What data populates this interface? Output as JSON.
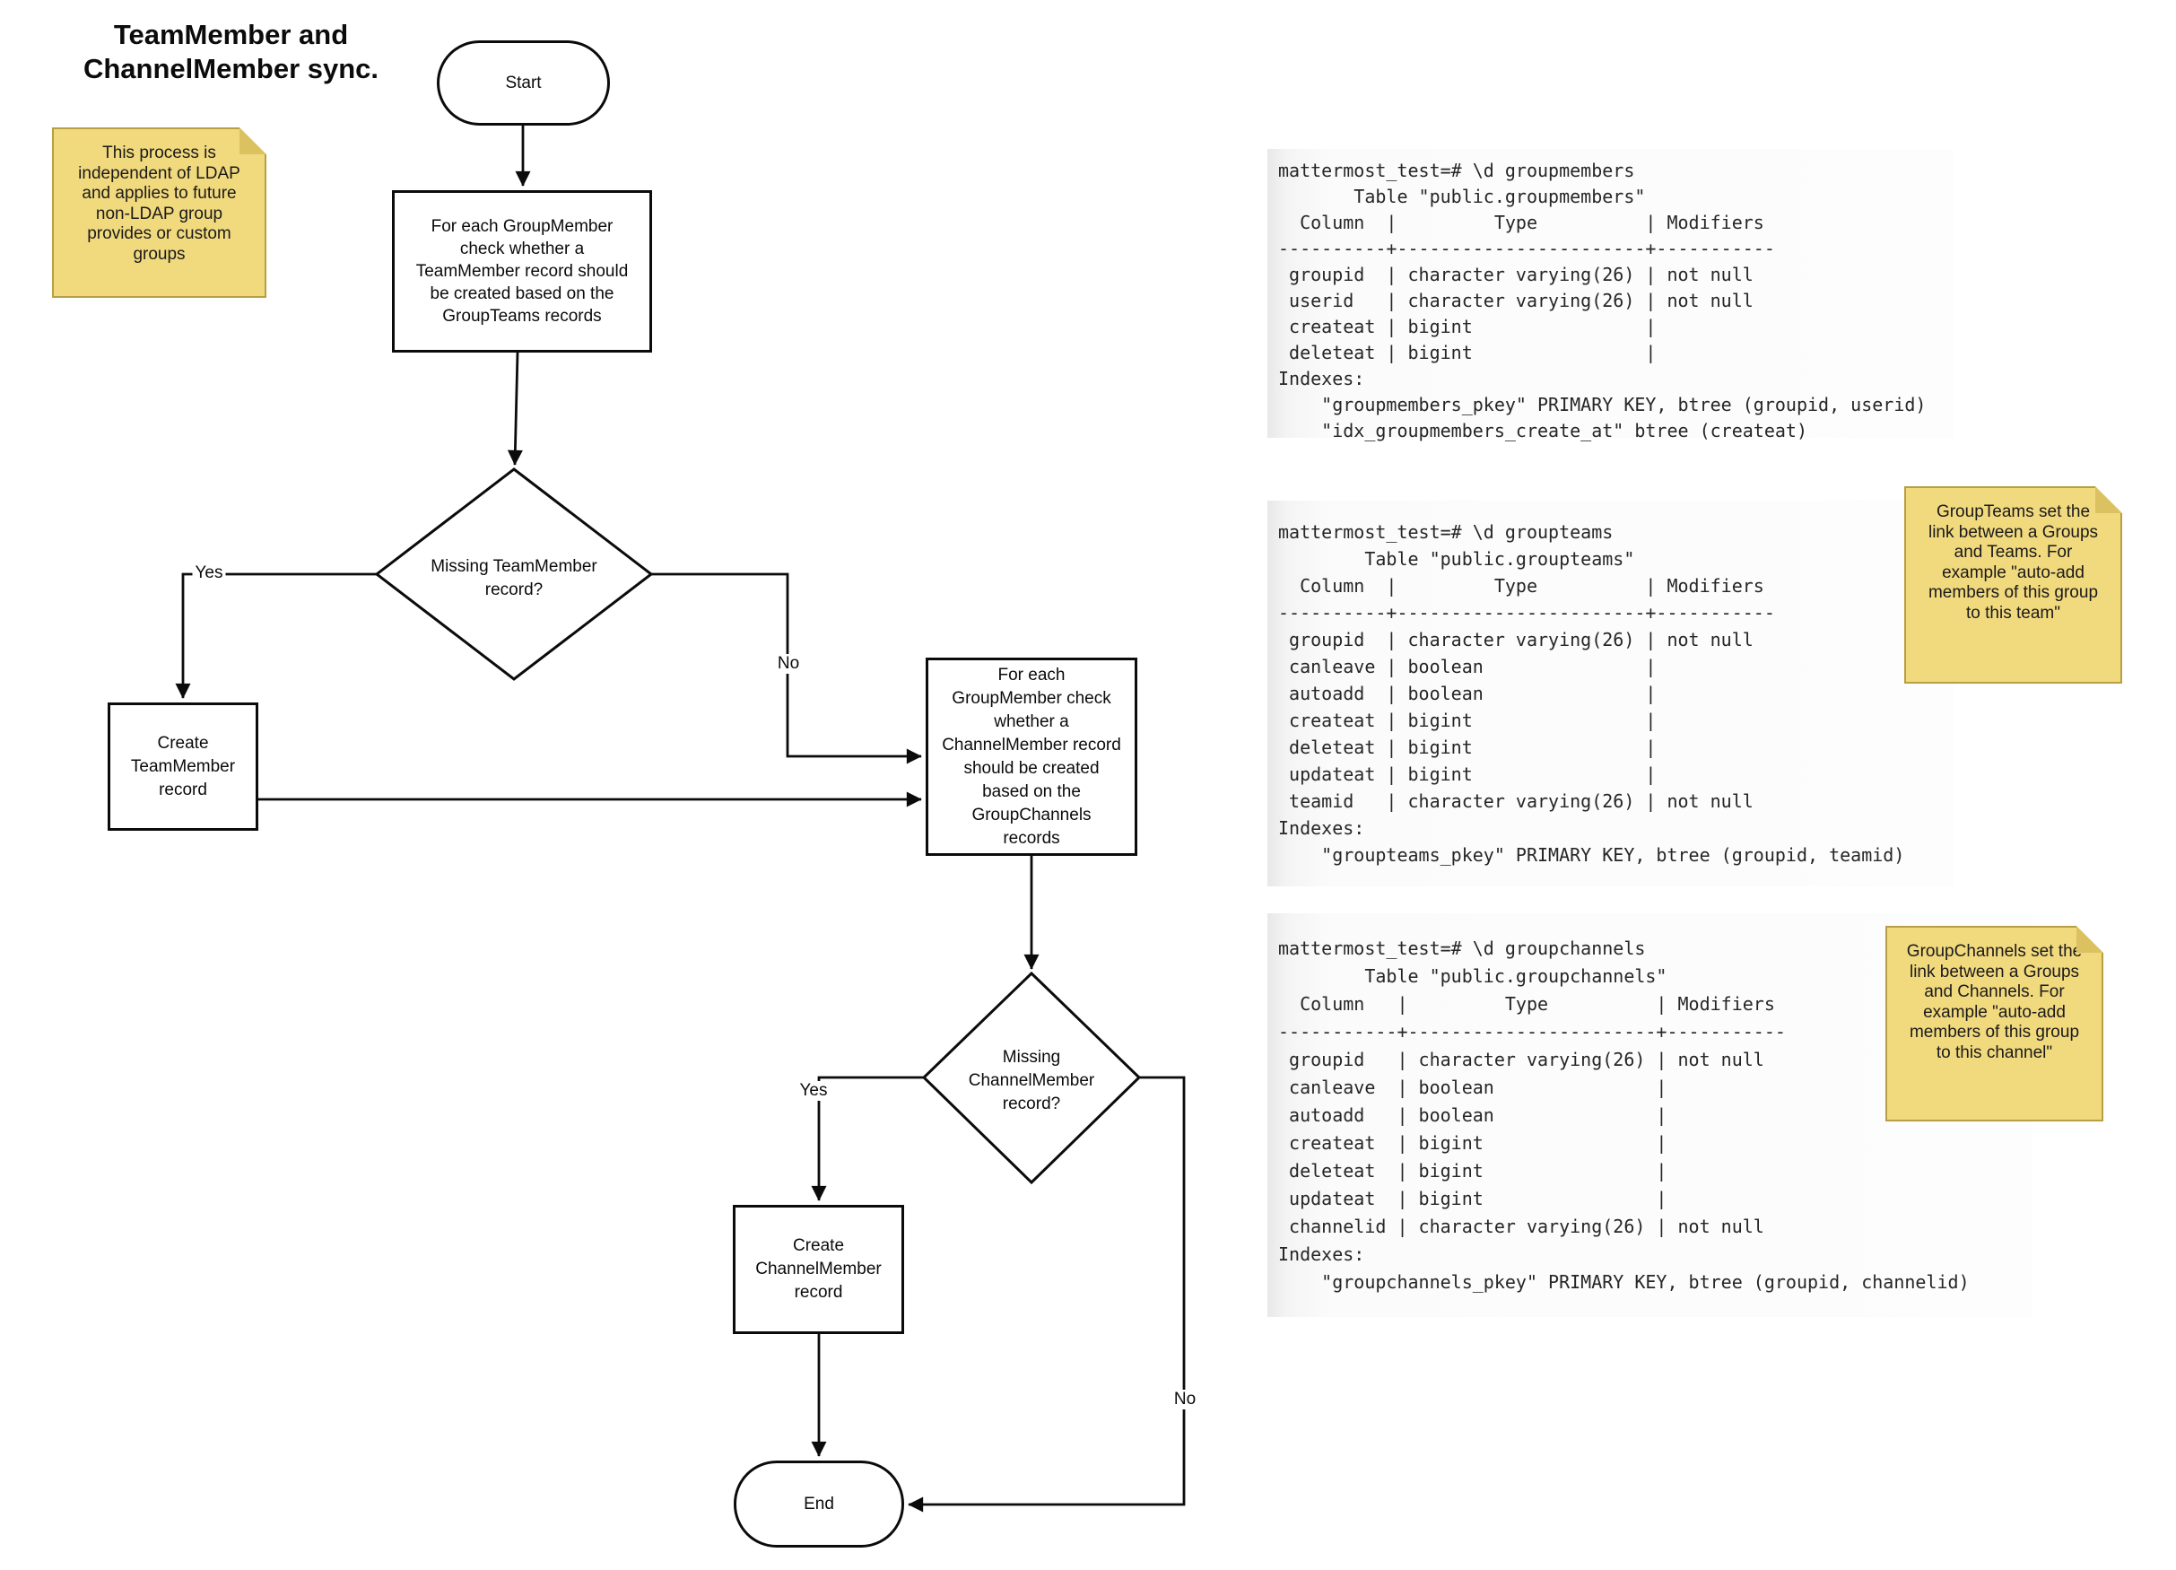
{
  "title": "TeamMember and\nChannelMember sync.",
  "notes": {
    "ldap": "This process is\nindependent of LDAP\nand applies to future\nnon-LDAP group\nprovides or custom\ngroups",
    "groupteams": "GroupTeams set the\nlink between a Groups\nand Teams. For\nexample \"auto-add\nmembers of this group\nto this team\"",
    "groupchannels": "GroupChannels set the\nlink between a Groups\nand Channels. For\nexample \"auto-add\nmembers of this group\nto this channel\""
  },
  "flow": {
    "start": "Start",
    "process_team": "For each GroupMember\ncheck whether a\nTeamMember record should\nbe created based on the\nGroupTeams records",
    "decision_team": "Missing TeamMember\nrecord?",
    "create_team": "Create\nTeamMember\nrecord",
    "process_channel": "For each\nGroupMember check\nwhether a\nChannelMember record\nshould be created\nbased on the\nGroupChannels\nrecords",
    "decision_channel": "Missing\nChannelMember\nrecord?",
    "create_channel": "Create\nChannelMember\nrecord",
    "end": "End",
    "labels": {
      "yes_team": "Yes",
      "no_team": "No",
      "yes_channel": "Yes",
      "no_channel": "No"
    }
  },
  "terminals": {
    "groupmembers": {
      "lines": [
        "mattermost_test=# \\d groupmembers",
        "       Table \"public.groupmembers\"",
        "  Column  |         Type          | Modifiers",
        "----------+-----------------------+-----------",
        " groupid  | character varying(26) | not null",
        " userid   | character varying(26) | not null",
        " createat | bigint                |",
        " deleteat | bigint                |",
        "Indexes:",
        "    \"groupmembers_pkey\" PRIMARY KEY, btree (groupid, userid)",
        "    \"idx_groupmembers_create_at\" btree (createat)"
      ]
    },
    "groupteams": {
      "lines": [
        "mattermost_test=# \\d groupteams",
        "        Table \"public.groupteams\"",
        "  Column  |         Type          | Modifiers",
        "----------+-----------------------+-----------",
        " groupid  | character varying(26) | not null",
        " canleave | boolean               |",
        " autoadd  | boolean               |",
        " createat | bigint                |",
        " deleteat | bigint                |",
        " updateat | bigint                |",
        " teamid   | character varying(26) | not null",
        "Indexes:",
        "    \"groupteams_pkey\" PRIMARY KEY, btree (groupid, teamid)"
      ]
    },
    "groupchannels": {
      "lines": [
        "mattermost_test=# \\d groupchannels",
        "        Table \"public.groupchannels\"",
        "  Column   |         Type          | Modifiers",
        "-----------+-----------------------+-----------",
        " groupid   | character varying(26) | not null",
        " canleave  | boolean               |",
        " autoadd   | boolean               |",
        " createat  | bigint                |",
        " deleteat  | bigint                |",
        " updateat  | bigint                |",
        " channelid | character varying(26) | not null",
        "Indexes:",
        "    \"groupchannels_pkey\" PRIMARY KEY, btree (groupid, channelid)"
      ]
    }
  },
  "colors": {
    "canvas": "#FFFFFF",
    "shape_fill": "#FFFFFF",
    "shape_border": "#0B0B0B",
    "note_fill": "#F1D97E",
    "note_border": "#B89E45",
    "note_fold": "#DBC160",
    "code_bg_left": "#E8E8E8",
    "code_bg": "#FBFBFB",
    "code_text": "#262626"
  }
}
